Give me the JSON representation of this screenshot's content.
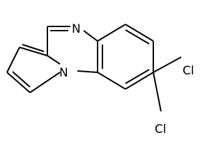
{
  "molecule": {
    "atoms": {
      "n_top": "N",
      "n_bridge": "N",
      "cl_upper": "Cl",
      "cl_lower": "Cl"
    }
  }
}
